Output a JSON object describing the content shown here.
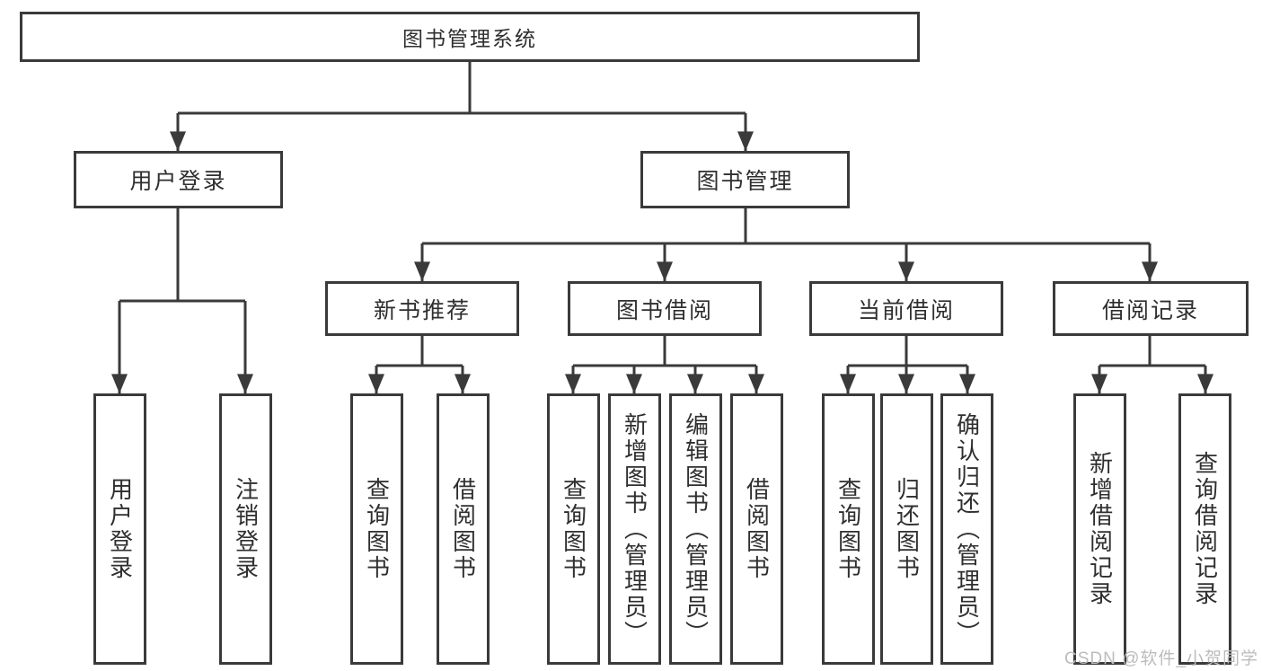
{
  "root": {
    "label": "图书管理系统"
  },
  "user_login": {
    "label": "用户登录",
    "leaves": [
      {
        "label": "用户登录"
      },
      {
        "label": "注销登录"
      }
    ]
  },
  "book_management": {
    "label": "图书管理",
    "sections": [
      {
        "label": "新书推荐",
        "leaves": [
          {
            "label": "查询图书"
          },
          {
            "label": "借阅图书"
          }
        ]
      },
      {
        "label": "图书借阅",
        "leaves": [
          {
            "label": "查询图书"
          },
          {
            "label": "新增图书（管理员）"
          },
          {
            "label": "编辑图书（管理员）"
          },
          {
            "label": "借阅图书"
          }
        ]
      },
      {
        "label": "当前借阅",
        "leaves": [
          {
            "label": "查询图书"
          },
          {
            "label": "归还图书"
          },
          {
            "label": "确认归还（管理员）"
          }
        ]
      },
      {
        "label": "借阅记录",
        "leaves": [
          {
            "label": "新增借阅记录"
          },
          {
            "label": "查询借阅记录"
          }
        ]
      }
    ]
  },
  "watermark": "CSDN @软件_小贺同学",
  "colors": {
    "line": "#3a3a3a",
    "text": "#2f2f2f",
    "watermark": "#bcbcbc",
    "background": "#ffffff"
  }
}
